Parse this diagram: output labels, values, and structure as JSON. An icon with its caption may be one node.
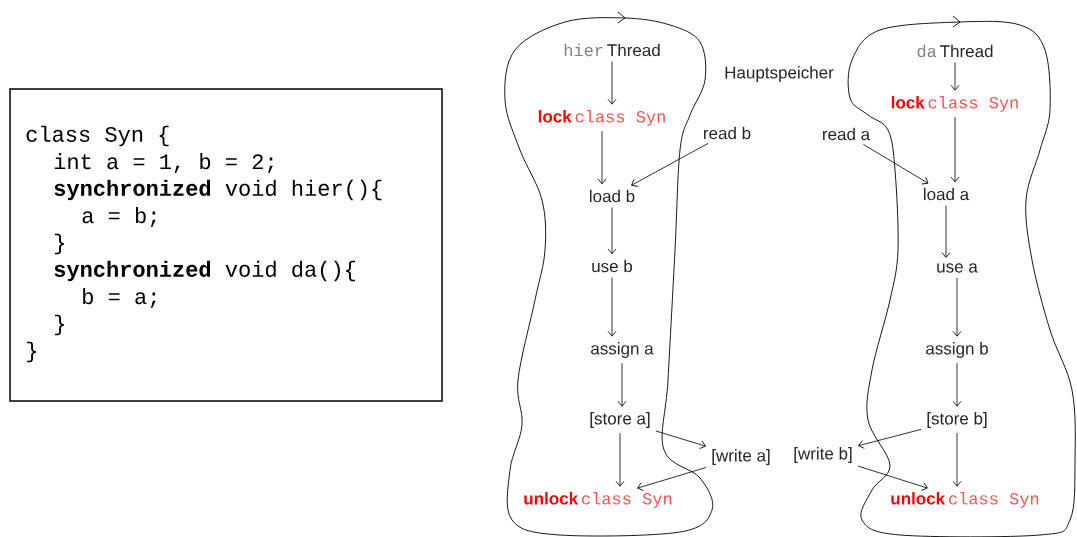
{
  "diagram": {
    "nodes": [
      {
        "text": [
          "class Syn {",
          "int a = 1, b = 2;",
          "**synchronized** void hier(){",
          "a = b;",
          "}",
          "**synchronized** void da(){",
          "b = a;",
          "}",
          "}"
        ]
      },
      {
        "text": [],
        "shape": "cloud"
      },
      {
        "text": [
          "hier",
          "Thread"
        ],
        "in": 1
      },
      {
        "text": [
          "lock",
          "class Syn"
        ],
        "in": 1
      },
      {
        "text": [
          "load b"
        ],
        "in": 1
      },
      {
        "text": [
          "use b"
        ],
        "in": 1
      },
      {
        "text": [
          "assign a"
        ],
        "in": 1
      },
      {
        "text": [
          "[store a]"
        ],
        "in": 1
      },
      {
        "text": [
          "unlock",
          "class Syn"
        ],
        "in": 1
      },
      {
        "text": [],
        "shape": "cloud"
      },
      {
        "text": [
          "da",
          "Thread"
        ],
        "in": 9
      },
      {
        "text": [
          "lock",
          "class Syn"
        ],
        "in": 9
      },
      {
        "text": [
          "load a"
        ],
        "in": 9
      },
      {
        "text": [
          "use a"
        ],
        "in": 9
      },
      {
        "text": [
          "assign b"
        ],
        "in": 9
      },
      {
        "text": [
          "[store b]"
        ],
        "in": 9
      },
      {
        "text": [
          "unlock",
          "class Syn"
        ],
        "in": 9
      },
      {
        "text": [
          "read b"
        ]
      },
      {
        "text": [
          "read a"
        ]
      },
      {
        "text": [
          "[write a]"
        ]
      },
      {
        "text": [
          "[write b]"
        ]
      }
    ],
    "edges": [
      {
        "from": 2,
        "to": 3,
        "arrow": "to"
      },
      {
        "from": 3,
        "to": 4,
        "arrow": "to"
      },
      {
        "from": 4,
        "to": 5,
        "arrow": "to"
      },
      {
        "from": 5,
        "to": 6,
        "arrow": "to"
      },
      {
        "from": 6,
        "to": 7,
        "arrow": "to"
      },
      {
        "from": 7,
        "to": 8,
        "arrow": "to"
      },
      {
        "from": 10,
        "to": 11,
        "arrow": "to"
      },
      {
        "from": 11,
        "to": 12,
        "arrow": "to"
      },
      {
        "from": 12,
        "to": 13,
        "arrow": "to"
      },
      {
        "from": 13,
        "to": 14,
        "arrow": "to"
      },
      {
        "from": 14,
        "to": 15,
        "arrow": "to"
      },
      {
        "from": 15,
        "to": 16,
        "arrow": "to"
      },
      {
        "from": 17,
        "to": 4,
        "arrow": "to"
      },
      {
        "from": 18,
        "to": 12,
        "arrow": "to"
      },
      {
        "from": 7,
        "to": 19,
        "arrow": "to"
      },
      {
        "from": 19,
        "to": 8,
        "arrow": "to"
      },
      {
        "from": 15,
        "to": 20,
        "arrow": "to"
      },
      {
        "from": 20,
        "to": 16,
        "arrow": "to"
      }
    ],
    "labels": [
      "Hauptspeicher"
    ]
  }
}
